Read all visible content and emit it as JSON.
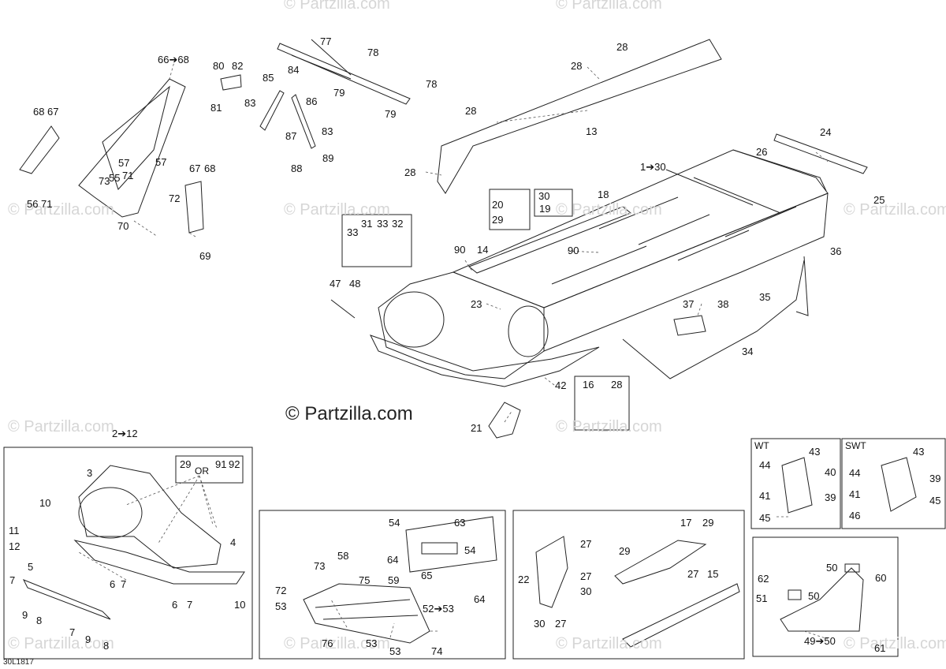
{
  "brand": "© Partzilla.com",
  "watermark": "© Partzilla.com",
  "diagram_code": "30L1817",
  "panel_tags": {
    "wt": "WT",
    "swt": "SWT"
  },
  "or_label": "OR",
  "callouts": {
    "c66_68": "66➔68",
    "c68": "68",
    "c67": "67",
    "c57a": "57",
    "c55": "55",
    "c71a": "71",
    "c73a": "73",
    "c56": "56",
    "c71b": "71",
    "c57b": "57",
    "c72a": "72",
    "c70": "70",
    "c67b": "67",
    "c68b": "68",
    "c69": "69",
    "c80": "80",
    "c82": "82",
    "c85": "85",
    "c84": "84",
    "c81": "81",
    "c83a": "83",
    "c86": "86",
    "c87": "87",
    "c83b": "83",
    "c88": "88",
    "c89": "89",
    "c77": "77",
    "c78a": "78",
    "c78b": "78",
    "c79a": "79",
    "c79b": "79",
    "c28a": "28",
    "c28b": "28",
    "c28c": "28",
    "c28d": "28",
    "c13": "13",
    "c24": "24",
    "c26": "26",
    "c1_30": "1➔30",
    "c25": "25",
    "c20": "20",
    "c29a": "29",
    "c30a": "30",
    "c19": "19",
    "c18": "18",
    "c33a": "33",
    "c31": "31",
    "c33b": "33",
    "c32": "32",
    "c90a": "90",
    "c14": "14",
    "c90b": "90",
    "c36": "36",
    "c47": "47",
    "c48": "48",
    "c23": "23",
    "c37": "37",
    "c38": "38",
    "c35": "35",
    "c34": "34",
    "c42": "42",
    "c16": "16",
    "c28e": "28",
    "c21": "21",
    "c2_12": "2➔12",
    "c29b": "29",
    "c91": "91",
    "c92": "92",
    "c3": "3",
    "c10a": "10",
    "c4": "4",
    "c11": "11",
    "c12": "12",
    "c5": "5",
    "c6a": "6",
    "c7a": "7",
    "c6b": "6",
    "c7b": "7",
    "c10b": "10",
    "c7c": "7",
    "c9a": "9",
    "c8a": "8",
    "c7d": "7",
    "c9b": "9",
    "c8b": "8",
    "c54a": "54",
    "c63": "63",
    "c64a": "64",
    "c54b": "54",
    "c65": "65",
    "c64b": "64",
    "c73b": "73",
    "c58": "58",
    "c72b": "72",
    "c75": "75",
    "c59": "59",
    "c53a": "53",
    "c52_53": "52➔53",
    "c76": "76",
    "c53b": "53",
    "c53c": "53",
    "c74": "74",
    "c27a": "27",
    "c17": "17",
    "c29c": "29",
    "c29d": "29",
    "c22": "22",
    "c27b": "27",
    "c30b": "30",
    "c27c": "27",
    "c15": "15",
    "c30c": "30",
    "c27d": "27",
    "c43a": "43",
    "c44a": "44",
    "c40": "40",
    "c41a": "41",
    "c39a": "39",
    "c45a": "45",
    "c43b": "43",
    "c44b": "44",
    "c39b": "39",
    "c41b": "41",
    "c45b": "45",
    "c46": "46",
    "c62": "62",
    "c50a": "50",
    "c60": "60",
    "c51": "51",
    "c50b": "50",
    "c49_50": "49➔50",
    "c61": "61"
  }
}
